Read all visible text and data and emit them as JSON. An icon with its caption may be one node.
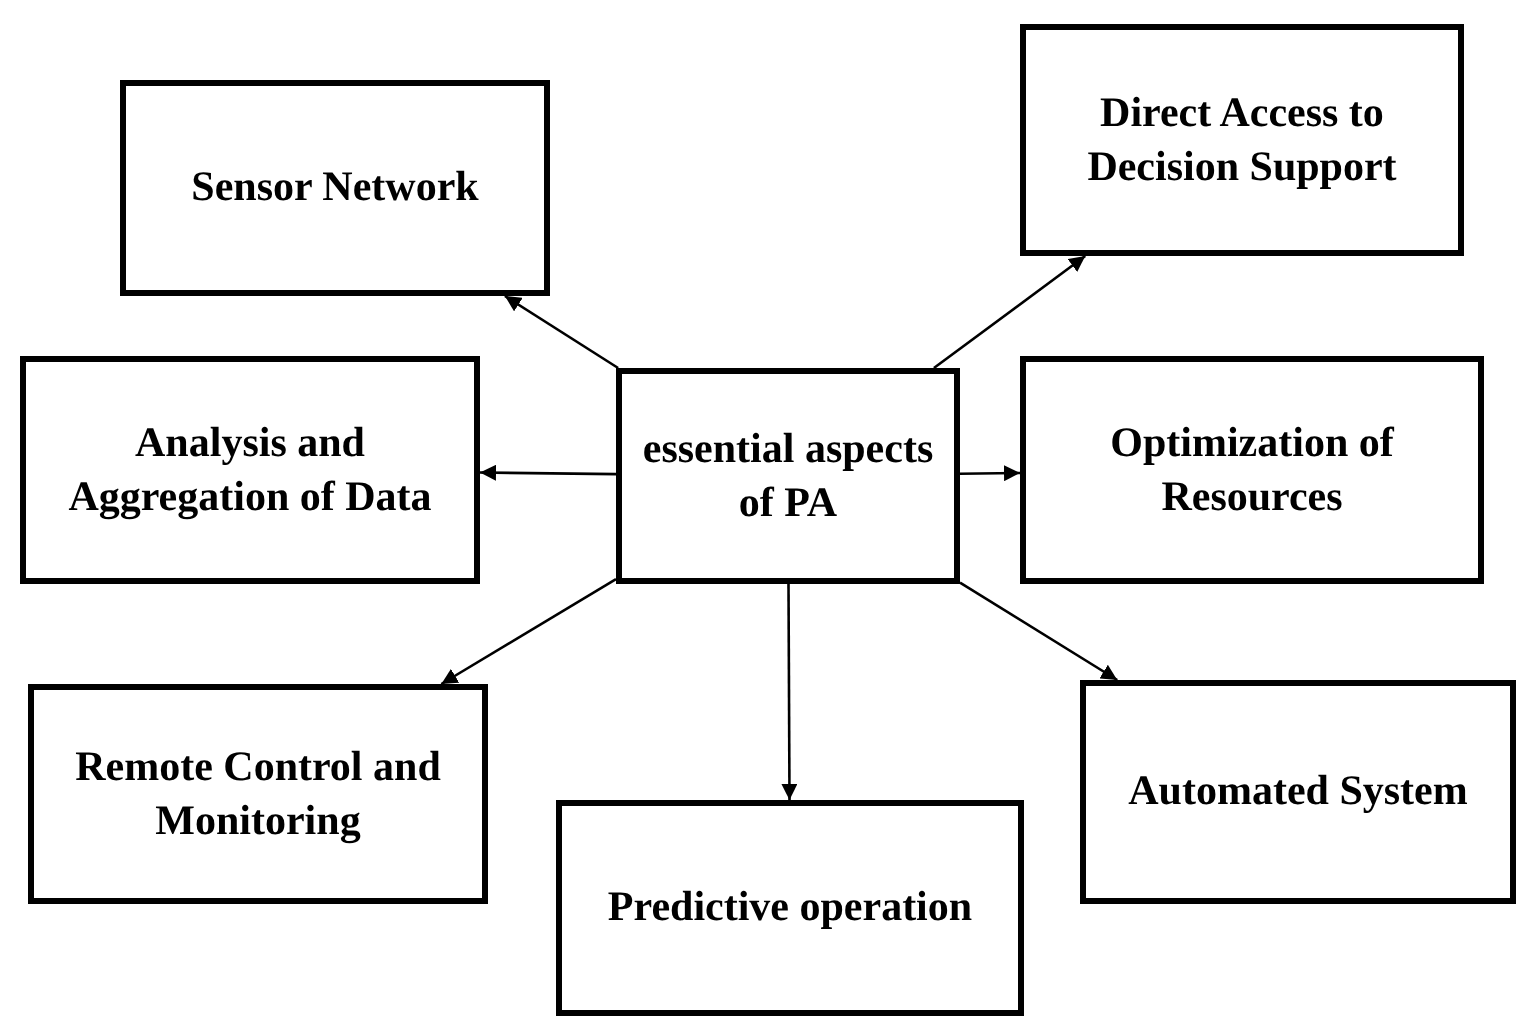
{
  "diagram": {
    "nodes": [
      {
        "text": [
          "essential aspects of PA"
        ]
      },
      {
        "text": [
          "Sensor Network"
        ]
      },
      {
        "text": [
          "Direct Access to Decision Support"
        ]
      },
      {
        "text": [
          "Analysis and Aggregation of Data"
        ]
      },
      {
        "text": [
          "Optimization of Resources"
        ]
      },
      {
        "text": [
          "Remote Control and Monitoring"
        ]
      },
      {
        "text": [
          "Automated System"
        ]
      },
      {
        "text": [
          "Predictive operation"
        ]
      }
    ],
    "edges": [
      {
        "from": 0,
        "to": 1,
        "arrow": "to"
      },
      {
        "from": 0,
        "to": 2,
        "arrow": "to"
      },
      {
        "from": 0,
        "to": 3,
        "arrow": "to"
      },
      {
        "from": 0,
        "to": 4,
        "arrow": "to"
      },
      {
        "from": 0,
        "to": 5,
        "arrow": "to"
      },
      {
        "from": 0,
        "to": 6,
        "arrow": "to"
      },
      {
        "from": 0,
        "to": 7,
        "arrow": "to"
      }
    ]
  }
}
